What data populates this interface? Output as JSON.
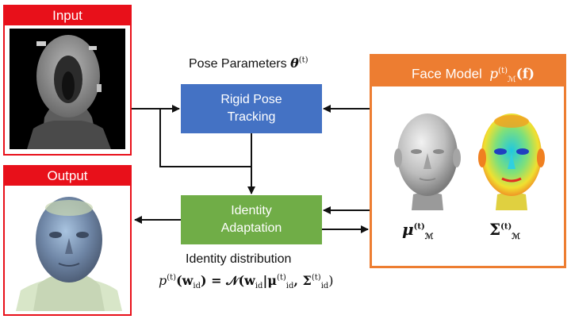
{
  "input": {
    "title": "Input"
  },
  "output": {
    "title": "Output"
  },
  "blocks": {
    "rigid": {
      "line1": "Rigid Pose",
      "line2": "Tracking"
    },
    "identity": {
      "line1": "Identity",
      "line2": "Adaptation"
    }
  },
  "pose": {
    "label": "Pose Parameters",
    "symbol": "θ",
    "sup": "(t)"
  },
  "face_model": {
    "title": "Face Model",
    "p": "p",
    "sup": "(t)",
    "sub": "ℳ",
    "arg": "(f)"
  },
  "symbols": {
    "mu": "μ",
    "mu_sup": "(t)",
    "mu_sub": "ℳ",
    "sigma": "Σ",
    "sigma_sup": "(t)",
    "sigma_sub": "ℳ"
  },
  "identity_distribution": {
    "label": "Identity distribution",
    "formula_lhs": "p",
    "formula_lhs_sup": "(t)",
    "formula_arg": "(w",
    "formula_arg_sub": "id",
    "formula_eq": ") = 𝒩(w",
    "formula_w_sub": "id",
    "formula_bar": "|μ",
    "formula_mu_sup": "(t)",
    "formula_mu_sub": "id",
    "formula_comma": ", Σ",
    "formula_sig_sup": "(t)",
    "formula_sig_sub": "id",
    "formula_close": ")"
  },
  "colors": {
    "red": "#e8101a",
    "blue": "#4472c4",
    "green": "#70ad47",
    "orange": "#ed7d31"
  }
}
